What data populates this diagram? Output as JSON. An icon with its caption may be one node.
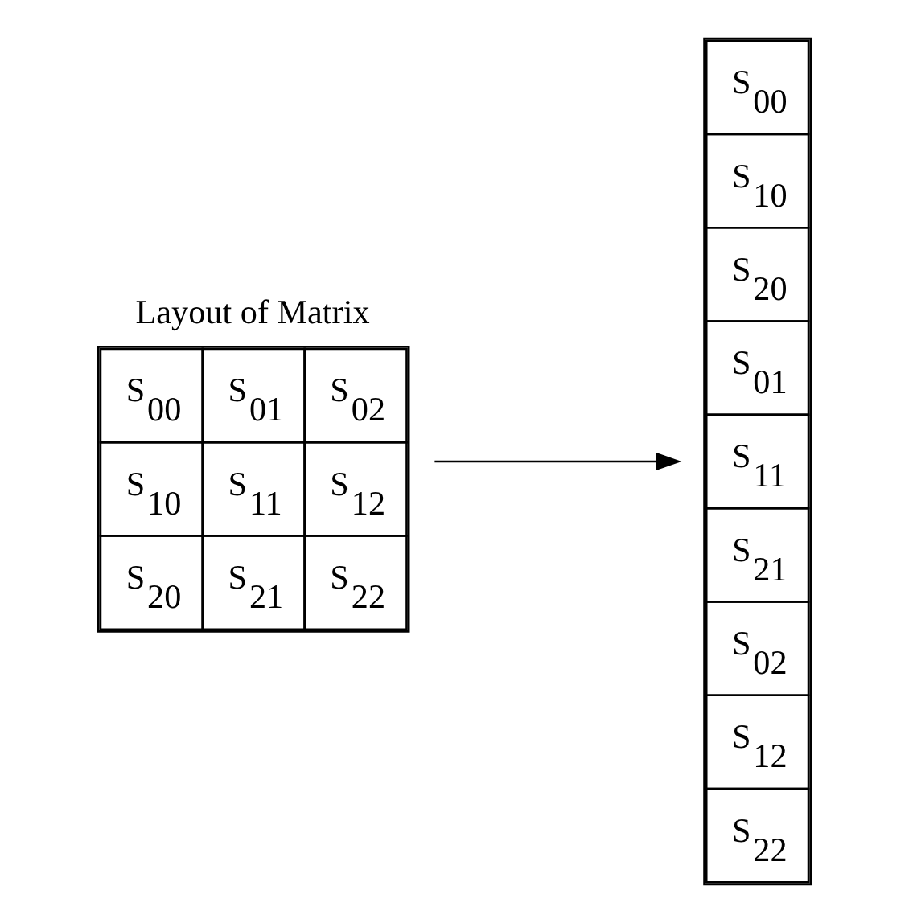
{
  "diagram": {
    "nodes": [
      {
        "text": [
          "S$_{00}$",
          "S$_{01}$",
          "S$_{02}$",
          "S$_{10}$",
          "S$_{11}$",
          "S$_{12}$",
          "S$_{20}$",
          "S$_{21}$",
          "S$_{22}$"
        ],
        "beside": [
          "Layout of Matrix"
        ]
      },
      {
        "text": [
          "S$_{00}$",
          "S$_{10}$",
          "S$_{20}$",
          "S$_{01}$",
          "S$_{11}$",
          "S$_{21}$",
          "S$_{02}$",
          "S$_{12}$",
          "S$_{22}$"
        ]
      }
    ],
    "edges": [
      {
        "from": 0,
        "to": 1,
        "arrow": "to"
      }
    ]
  }
}
